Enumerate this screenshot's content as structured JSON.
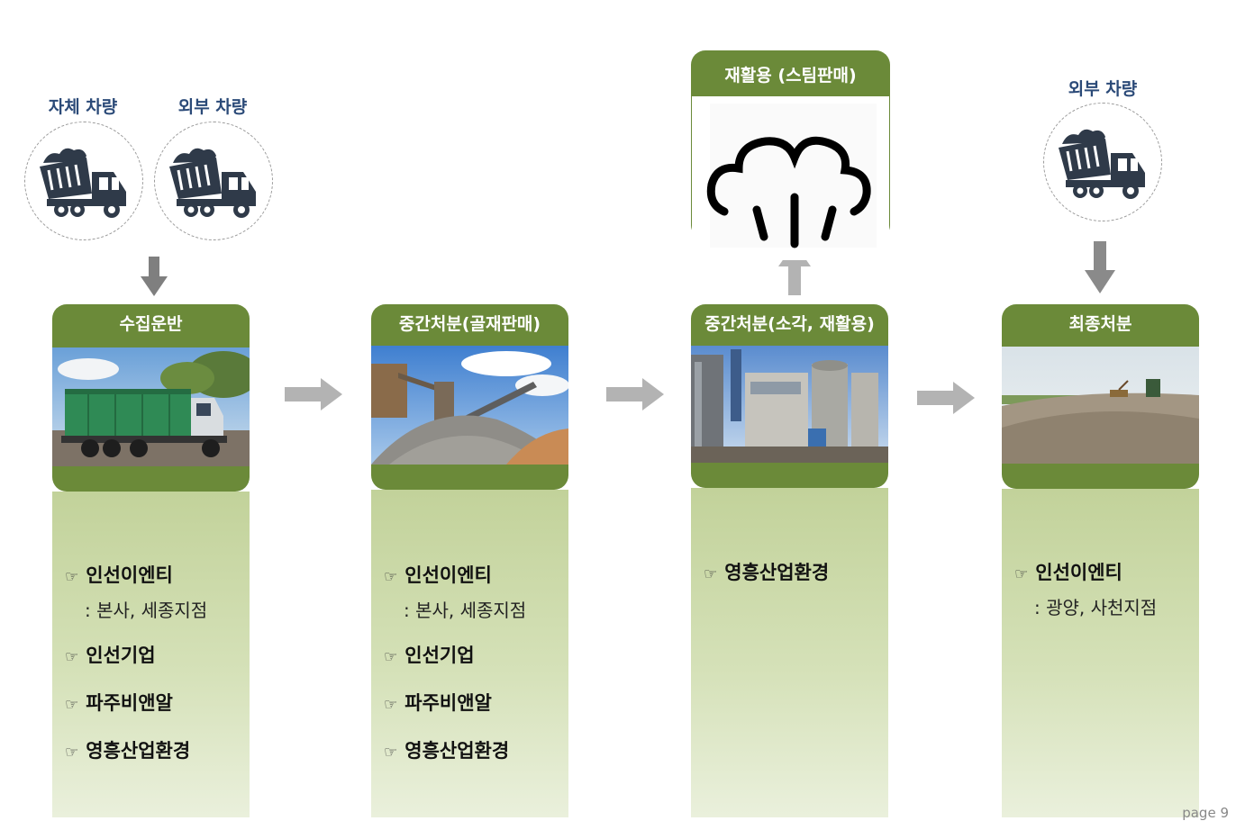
{
  "vehicles": {
    "own": "자체 차량",
    "external_left": "외부 차량",
    "external_right": "외부 차량"
  },
  "columns": [
    {
      "title": "수집운반",
      "photo": "green-dump-truck-photo",
      "entries": [
        {
          "name": "인선이엔티",
          "sub": ": 본사, 세종지점"
        },
        {
          "name": "인선기업",
          "sub": ""
        },
        {
          "name": "파주비앤알",
          "sub": ""
        },
        {
          "name": "영흥산업환경",
          "sub": ""
        }
      ]
    },
    {
      "title": "중간처분(골재판매)",
      "photo": "aggregate-crusher-photo",
      "entries": [
        {
          "name": "인선이엔티",
          "sub": ": 본사, 세종지점"
        },
        {
          "name": "인선기업",
          "sub": ""
        },
        {
          "name": "파주비앤알",
          "sub": ""
        },
        {
          "name": "영흥산업환경",
          "sub": ""
        }
      ]
    },
    {
      "title": "중간처분(소각, 재활용)",
      "photo": "incineration-plant-photo",
      "entries": [
        {
          "name": "영흥산업환경",
          "sub": ""
        }
      ]
    },
    {
      "title": "최종처분",
      "photo": "landfill-photo",
      "entries": [
        {
          "name": "인선이엔티",
          "sub": ": 광양, 사천지점"
        }
      ]
    }
  ],
  "steam": {
    "title": "재활용 (스팀판매)",
    "icon": "steam-icon"
  },
  "bullet_glyph": "☞",
  "page_label": "page 9",
  "colors": {
    "header_green": "#6b8a39",
    "body_green_top": "#c2d29a",
    "arrow_gray": "#b3b3b3",
    "arrow_dark": "#808080",
    "vehicle_label": "#2b4a78",
    "truck_icon": "#2f3a49"
  }
}
